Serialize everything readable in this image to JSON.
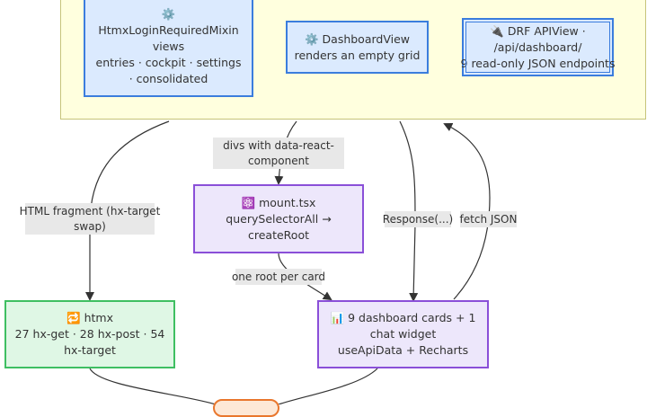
{
  "nodes": {
    "mixin": {
      "icon": "⚙️",
      "lines": [
        "HtmxLoginRequiredMixin",
        "views",
        "entries · cockpit · settings",
        "· consolidated"
      ]
    },
    "dashboard_view": {
      "icon": "⚙️",
      "lines": [
        "DashboardView",
        "renders an empty grid"
      ]
    },
    "drf": {
      "icon": "🔌",
      "lines": [
        "DRF APIView ·",
        "/api/dashboard/",
        "9 read-only JSON endpoints"
      ]
    },
    "mount": {
      "icon": "⚛️",
      "lines": [
        "mount.tsx",
        "querySelectorAll →",
        "createRoot"
      ]
    },
    "htmx": {
      "icon": "🔁",
      "lines": [
        "htmx",
        "27 hx-get · 28 hx-post · 54",
        "hx-target"
      ]
    },
    "cards": {
      "icon": "📊",
      "lines": [
        "9 dashboard cards + 1",
        "chat widget",
        "useApiData + Recharts"
      ]
    },
    "bottom": {
      "lines": [
        ""
      ]
    }
  },
  "edge_labels": {
    "divs": [
      "divs with data-react-",
      "component"
    ],
    "html_fragment": [
      "HTML fragment (hx-target",
      "swap)"
    ],
    "response": [
      "Response(...)"
    ],
    "fetch": [
      "fetch JSON"
    ],
    "one_root": [
      "one root per card"
    ]
  },
  "colors": {
    "cluster_fill": "#ffffde",
    "blue_border": "#3b7ddd",
    "purple_border": "#8a4fd8",
    "green_border": "#3fbf62",
    "orange_border": "#e9772d",
    "edge": "#333333"
  }
}
